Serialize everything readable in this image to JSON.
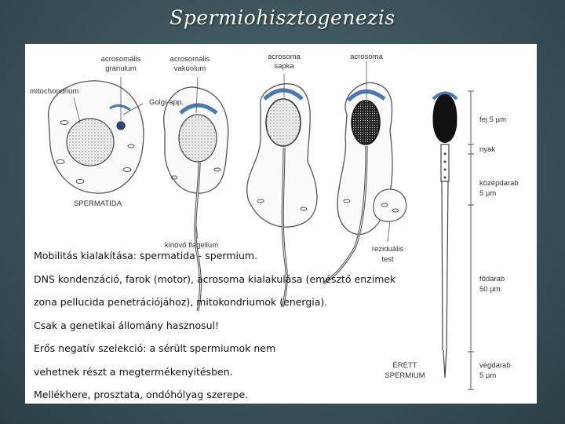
{
  "slide": {
    "title": "Spermiohisztogenezis"
  },
  "figure": {
    "labels": {
      "acrosomal_granule": [
        "acrosomális",
        "granulum"
      ],
      "acrosomal_vacuole": [
        "acrosomális",
        "vakuolum"
      ],
      "acrosome_cap": [
        "acrosoma",
        "sapka"
      ],
      "acrosome": "acrosoma",
      "mitochondrion": "mitochondrium",
      "golgi": "Golgi-app.",
      "spermatid": "SPERMATIDA",
      "flagellum": "kinövő flagellum",
      "residual_body": [
        "reziduális",
        "test"
      ],
      "mature_sperm": [
        "ÉRETT",
        "SPERMIUM"
      ],
      "head": "fej 5 µm",
      "neck": "nyak",
      "midpiece": [
        "középdarab",
        "5 µm"
      ],
      "principal_piece": [
        "fődarab",
        "50 µm"
      ],
      "end_piece": [
        "végdarab",
        "5 µm"
      ]
    }
  },
  "text": {
    "lines": [
      "Mobilitás kialakítása: spermatida - spermium.",
      "DNS kondenzáció, farok (motor), acrosoma kialakulása (emésztő enzimek",
      "zona pellucida penetrációjához), mitokondriumok (energia).",
      "Csak a genetikai állomány hasznosul!",
      "Erős negatív szelekció: a sérült spermiumok nem",
      "vehetnek részt a megtermékenyítésben.",
      "Mellékhere, prosztata, ondóhólyag szerepe."
    ]
  }
}
